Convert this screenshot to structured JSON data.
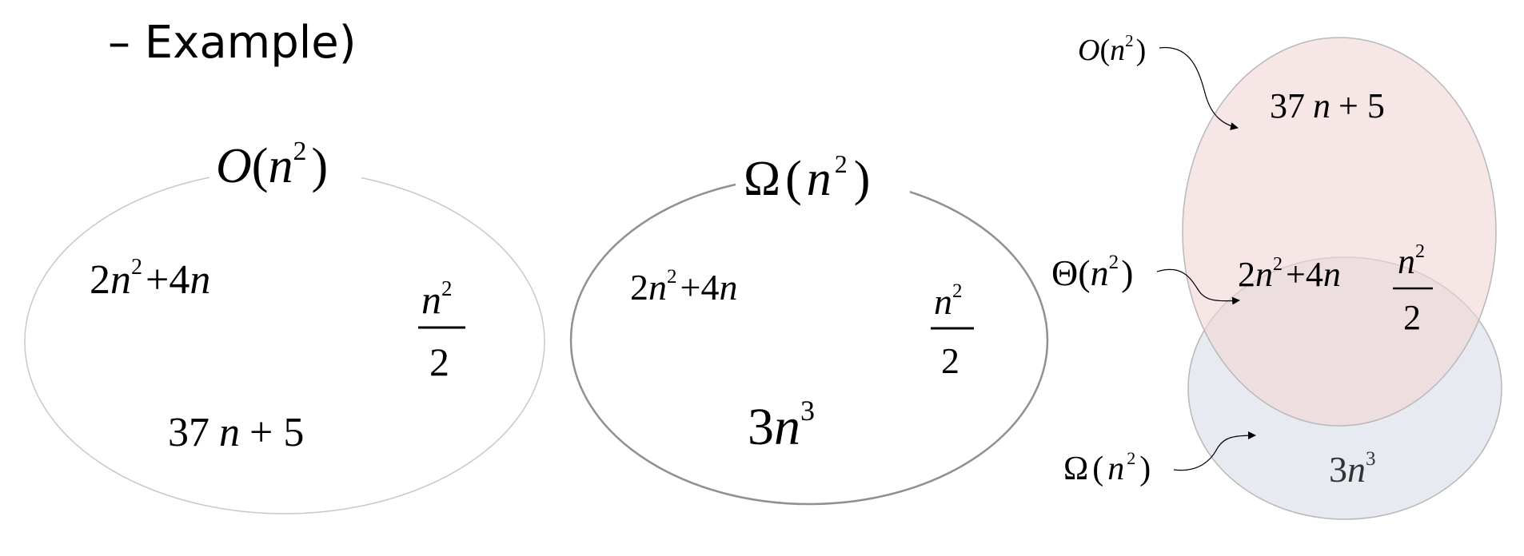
{
  "heading": "– Example)",
  "diagram_o": {
    "label": {
      "fn": "O",
      "open": "(",
      "var": "n",
      "exp": "2",
      "close": ")"
    },
    "terms": {
      "quad": {
        "coef": "2",
        "var": "n",
        "exp": "2",
        "rest": "+4",
        "var2": "n"
      },
      "half": {
        "num": "n",
        "exp": "2",
        "den": "2"
      },
      "linear": {
        "coef": "37",
        "var": "n",
        "rest": "+ 5"
      }
    }
  },
  "diagram_omega": {
    "label": {
      "fn": "Ω",
      "open": "(",
      "var": "n",
      "exp": "2",
      "close": ")"
    },
    "terms": {
      "quad": {
        "coef": "2",
        "var": "n",
        "exp": "2",
        "rest": "+4",
        "var2": "n"
      },
      "half": {
        "num": "n",
        "exp": "2",
        "den": "2"
      },
      "cubic": {
        "coef": "3",
        "var": "n",
        "exp": "3"
      }
    }
  },
  "diagram_venn": {
    "o_label": {
      "fn": "O",
      "open": "(",
      "var": "n",
      "exp": "2",
      "close": ")"
    },
    "theta_label": {
      "fn": "Θ",
      "open": "(",
      "var": "n",
      "exp": "2",
      "close": ")"
    },
    "omega_label": {
      "fn": "Ω",
      "open": "(",
      "var": "n",
      "exp": "2",
      "close": ")"
    },
    "linear": {
      "coef": "37",
      "var": "n",
      "rest": "+ 5"
    },
    "quad": {
      "coef": "2",
      "var": "n",
      "exp": "2",
      "rest": "+4",
      "var2": "n"
    },
    "half": {
      "num": "n",
      "exp": "2",
      "den": "2"
    },
    "cubic": {
      "coef": "3",
      "var": "n",
      "exp": "3"
    }
  },
  "colors": {
    "o_fill": "#f3dede",
    "omega_fill": "#e6e9f0",
    "outline": "#bdbdbd",
    "text": "#000000"
  }
}
